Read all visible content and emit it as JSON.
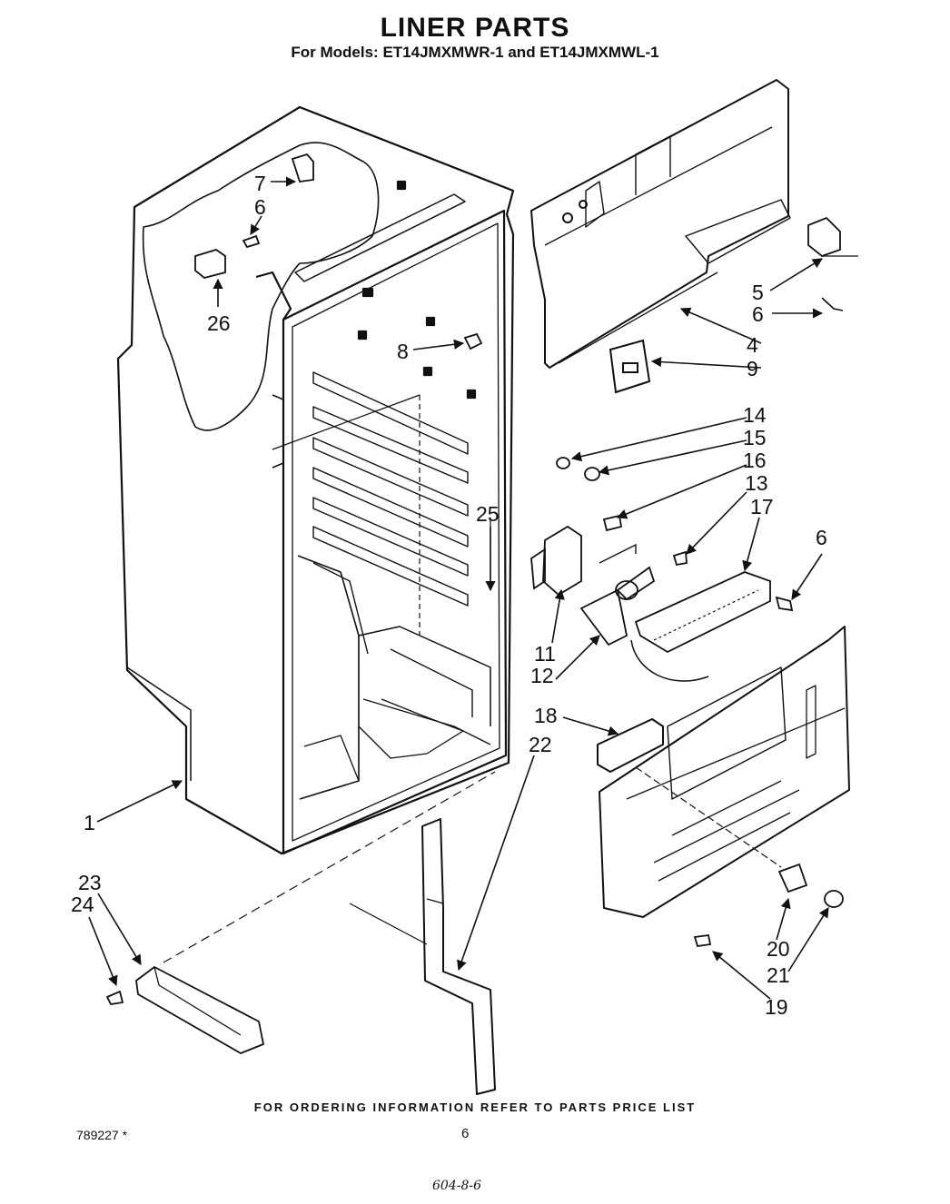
{
  "header": {
    "title": "LINER PARTS",
    "subtitle": "For Models: ET14JMXMWR-1 and ET14JMXMWL-1"
  },
  "callouts": [
    "1",
    "4",
    "5",
    "6",
    "6",
    "6",
    "7",
    "8",
    "9",
    "11",
    "12",
    "13",
    "14",
    "15",
    "16",
    "17",
    "18",
    "19",
    "20",
    "21",
    "22",
    "23",
    "24",
    "25",
    "26"
  ],
  "footer": {
    "note": "FOR ORDERING INFORMATION REFER TO PARTS PRICE LIST",
    "doc_number": "789227 *",
    "page_number": "6",
    "handwritten": "604-8-6"
  }
}
